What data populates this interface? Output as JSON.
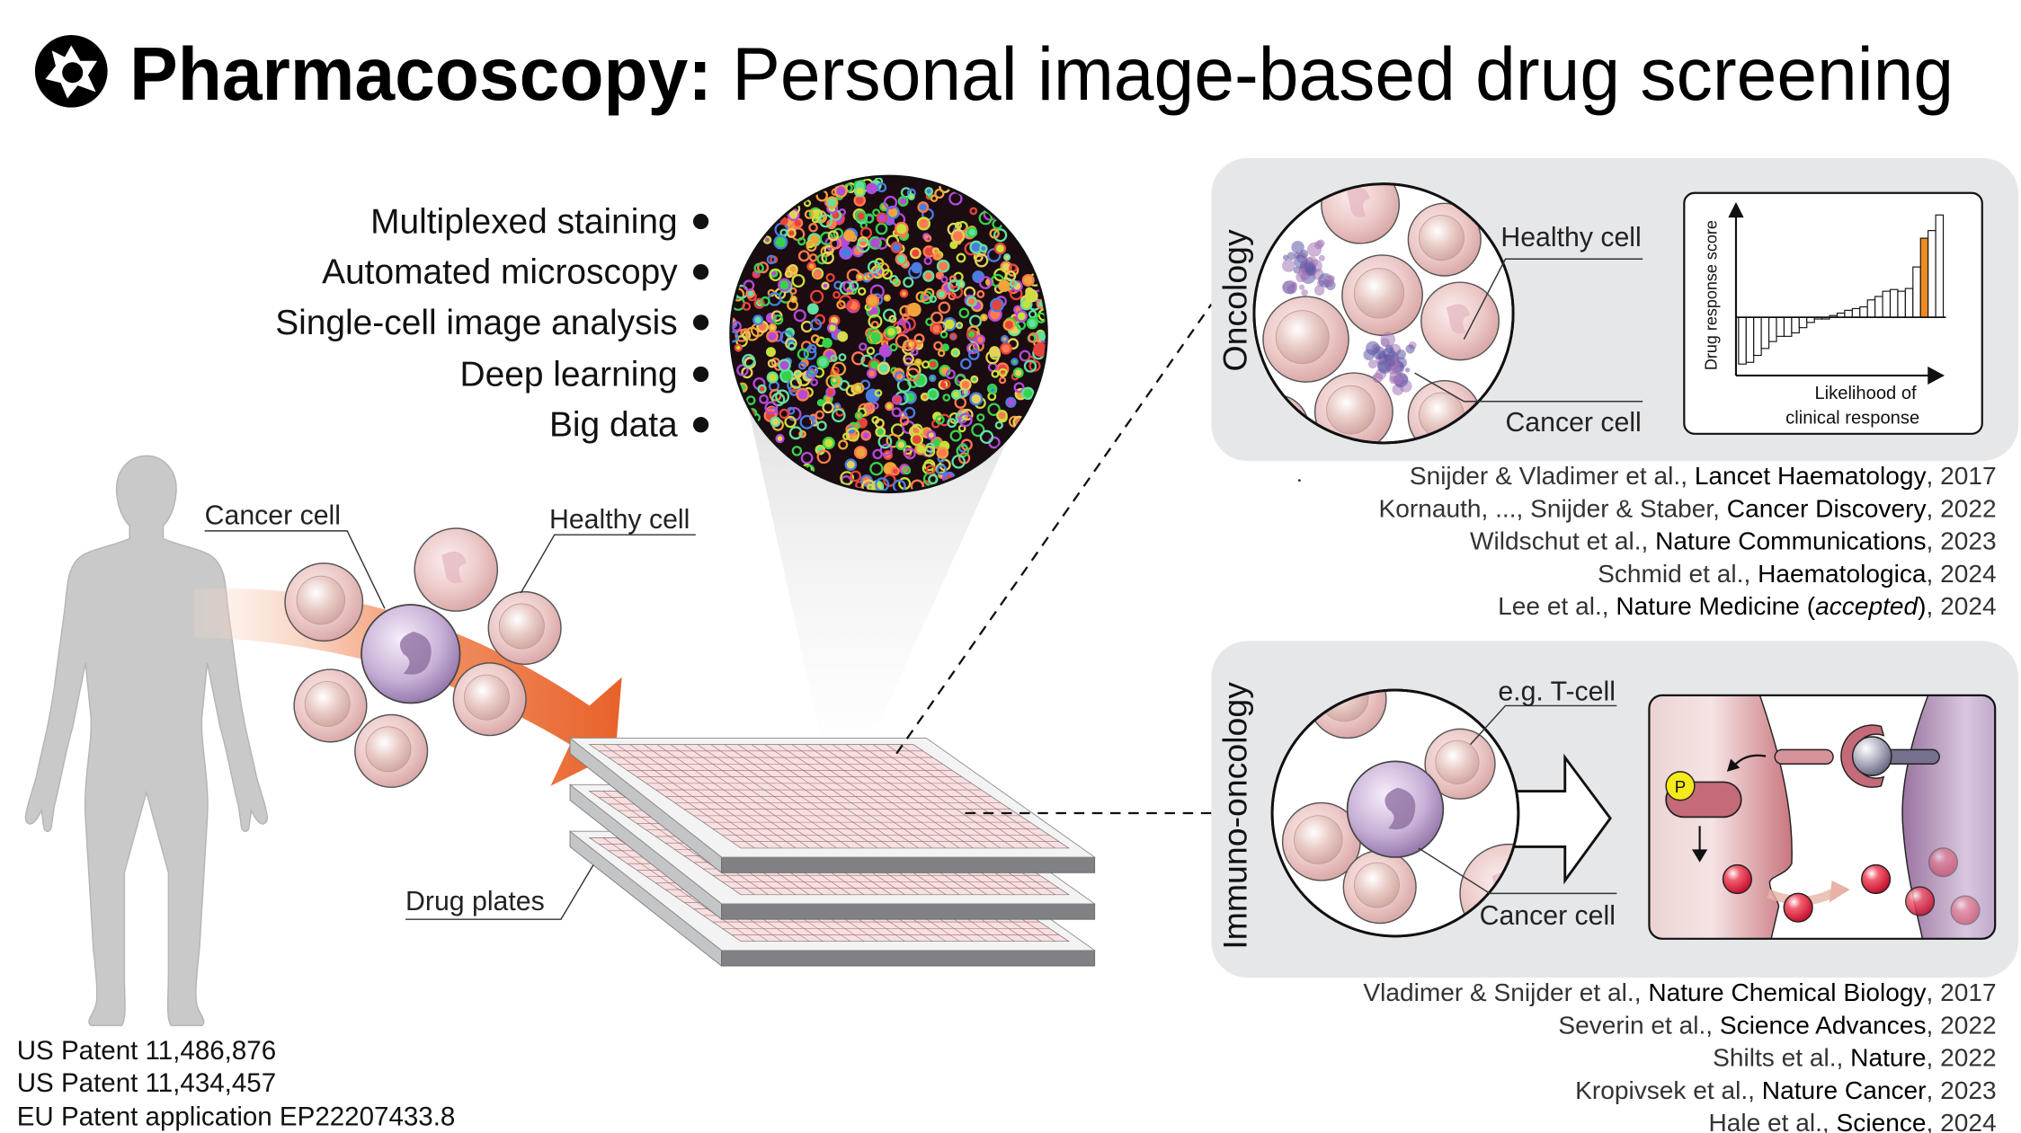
{
  "title": {
    "bold": "Pharmacoscopy:",
    "rest": "Personal image-based drug screening"
  },
  "features": [
    "Multiplexed staining",
    "Automated microscopy",
    "Single-cell image analysis",
    "Deep learning",
    "Big data"
  ],
  "left_labels": {
    "cancer_cell": "Cancer cell",
    "healthy_cell": "Healthy cell",
    "drug_plates": "Drug plates"
  },
  "oncology": {
    "label": "Oncology",
    "healthy_cell": "Healthy cell",
    "cancer_cell": "Cancer cell",
    "chart": {
      "type": "bar",
      "ylabel": "Drug response score",
      "xlabel_line1": "Likelihood of",
      "xlabel_line2": "clinical response",
      "values": [
        -13.5,
        -13,
        -11,
        -9,
        -7,
        -5.5,
        -5.5,
        -4.5,
        -3,
        -1.5,
        -0.5,
        -0.5,
        0.5,
        1.2,
        2,
        2.5,
        3,
        5,
        6,
        7.5,
        8,
        7.5,
        8.3,
        14.5,
        22.8,
        25,
        29.5
      ],
      "highlight_index": 24
    }
  },
  "refs_oncology": [
    {
      "authors": "Snijder & Vladimer et al.,",
      "journal": "Lancet Haematology",
      "note": "",
      "year": "2017"
    },
    {
      "authors": "Kornauth, ..., Snijder & Staber,",
      "journal": "Cancer Discovery",
      "note": "",
      "year": "2022"
    },
    {
      "authors": "Wildschut et al.,",
      "journal": "Nature Communications",
      "note": "",
      "year": "2023"
    },
    {
      "authors": "Schmid et al.,",
      "journal": "Haematologica",
      "note": "",
      "year": "2024"
    },
    {
      "authors": "Lee et al.,",
      "journal": "Nature Medicine",
      "note": "accepted",
      "year": "2024"
    }
  ],
  "immuno": {
    "label": "Immuno-oncology",
    "t_cell": "e.g. T-cell",
    "cancer_cell": "Cancer cell",
    "p_label": "P"
  },
  "refs_immuno": [
    {
      "authors": "Vladimer & Snijder et al.,",
      "journal": "Nature Chemical Biology",
      "note": "",
      "year": "2017"
    },
    {
      "authors": "Severin et al.,",
      "journal": "Science Advances",
      "note": "",
      "year": "2022"
    },
    {
      "authors": "Shilts et al.,",
      "journal": "Nature",
      "note": "",
      "year": "2022"
    },
    {
      "authors": "Kropivsek et al.,",
      "journal": "Nature Cancer",
      "note": "",
      "year": "2023"
    },
    {
      "authors": "Hale et al.,",
      "journal": "Science",
      "note": "",
      "year": "2024"
    }
  ],
  "patents": [
    "US Patent 11,486,876",
    "US Patent 11,434,457",
    "EU Patent application EP22207433.8"
  ],
  "colors": {
    "accent_orange": "#e8622a",
    "highlight_bar": "#f08a24",
    "panel_bg": "#e6e7e9",
    "cell_pink": "#e8c4c4",
    "cancer_purple": "#9a7ab0"
  }
}
